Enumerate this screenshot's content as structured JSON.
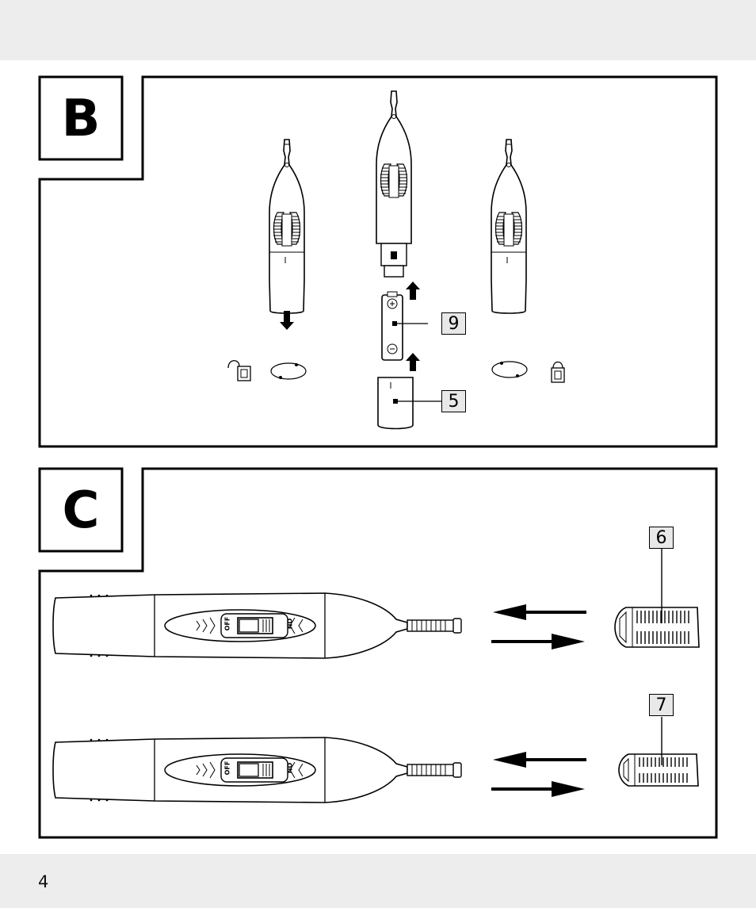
{
  "page_number": "4",
  "panels": {
    "b": {
      "letter": "B",
      "callouts": [
        "9",
        "5"
      ]
    },
    "c": {
      "letter": "C",
      "callouts": [
        "6",
        "7"
      ]
    }
  },
  "trimmer": {
    "switch_off": "OFF",
    "switch_on": "ON"
  },
  "icons": [
    "unlocked-icon",
    "rotate-icon",
    "locked-icon",
    "arrow-up-icon",
    "arrow-down-icon",
    "arrow-left-icon",
    "arrow-right-icon"
  ]
}
